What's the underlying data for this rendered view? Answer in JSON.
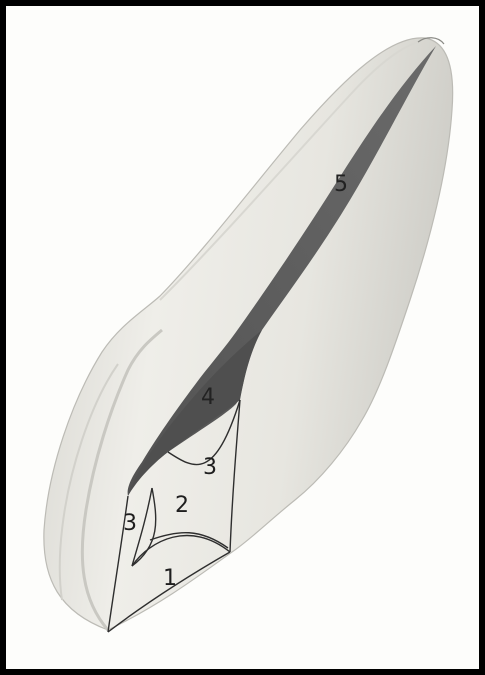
{
  "figure": {
    "zone_labels": {
      "z1": "1",
      "z2": "2",
      "z3_left": "3",
      "z3_right": "3",
      "z4": "4",
      "z5": "5"
    },
    "colors": {
      "tooth_body": "#e9e8e3",
      "tooth_highlight": "#f6f5f1",
      "tooth_shadow": "#cfcec8",
      "root_canal_dark": "#5d5d5d",
      "canal_highlight": "#6e6e6e",
      "outline": "#3a3a3a",
      "frame": "#000000"
    }
  }
}
